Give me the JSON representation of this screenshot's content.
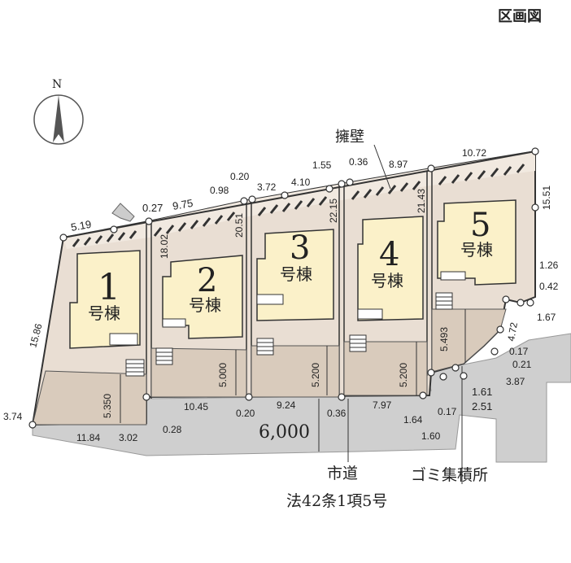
{
  "header": {
    "title": "区画図"
  },
  "north": {
    "label": "N"
  },
  "lots": [
    {
      "number": "1",
      "suffix": "号棟"
    },
    {
      "number": "2",
      "suffix": "号棟"
    },
    {
      "number": "3",
      "suffix": "号棟"
    },
    {
      "number": "4",
      "suffix": "号棟"
    },
    {
      "number": "5",
      "suffix": "号棟"
    }
  ],
  "labels": {
    "retaining_wall": "擁壁",
    "road_width": "6,000",
    "road_name": "市道",
    "road_law": "法42条1項5号",
    "garbage": "ゴミ集積所"
  },
  "dimensions": {
    "top_5_19": "5.19",
    "top_0_27": "0.27",
    "top_9_75": "9.75",
    "top_0_98": "0.98",
    "top_0_20": "0.20",
    "top_3_72": "3.72",
    "top_4_10": "4.10",
    "top_1_55": "1.55",
    "top_0_36": "0.36",
    "top_8_97": "8.97",
    "top_10_72": "10.72",
    "right_15_51": "15.51",
    "left_15_86": "15.86",
    "left_3_74": "3.74",
    "v_18_02": "18.02",
    "v_20_51": "20.51",
    "v_22_15": "22.15",
    "v_21_43": "21.43",
    "r_1_26": "1.26",
    "r_0_42": "0.42",
    "r_1_67": "1.67",
    "r_4_72": "4.72",
    "r_0_17": "0.17",
    "r_0_21": "0.21",
    "r_3_87": "3.87",
    "r_5_493": "5.493",
    "r_1_61": "1.61",
    "r_2_51": "2.51",
    "r_0_17b": "0.17",
    "r_1_64": "1.64",
    "r_1_60": "1.60",
    "b_5_350": "5.350",
    "b_5_000": "5.000",
    "b_5_200a": "5.200",
    "b_5_200b": "5.200",
    "b_11_84": "11.84",
    "b_3_02": "3.02",
    "b_0_28": "0.28",
    "b_10_45": "10.45",
    "b_0_20": "0.20",
    "b_9_24": "9.24",
    "b_0_36": "0.36",
    "b_7_97": "7.97"
  }
}
